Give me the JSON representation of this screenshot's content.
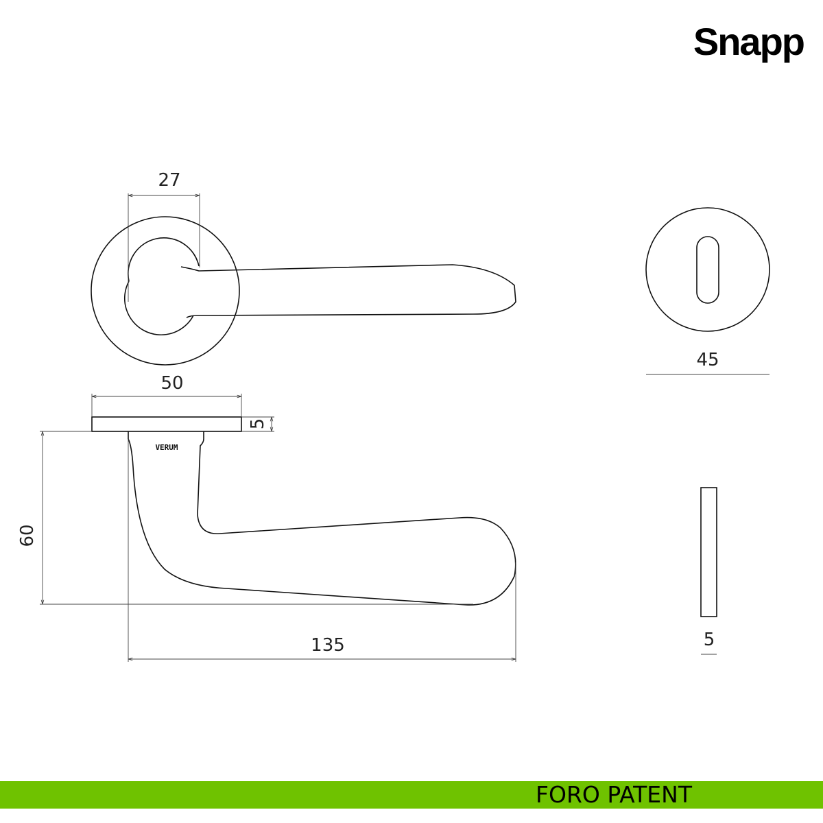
{
  "brand": "Snapp",
  "footer": {
    "label": "FORO PATENT",
    "color": "#6fc200"
  },
  "dimensions": {
    "grip_diameter": "27",
    "rosette_diameter": "50",
    "rosette_thickness": "5",
    "lever_height": "60",
    "lever_length": "135",
    "escutcheon_diameter": "45",
    "escutcheon_thickness": "5"
  },
  "stamp": "VERUM"
}
